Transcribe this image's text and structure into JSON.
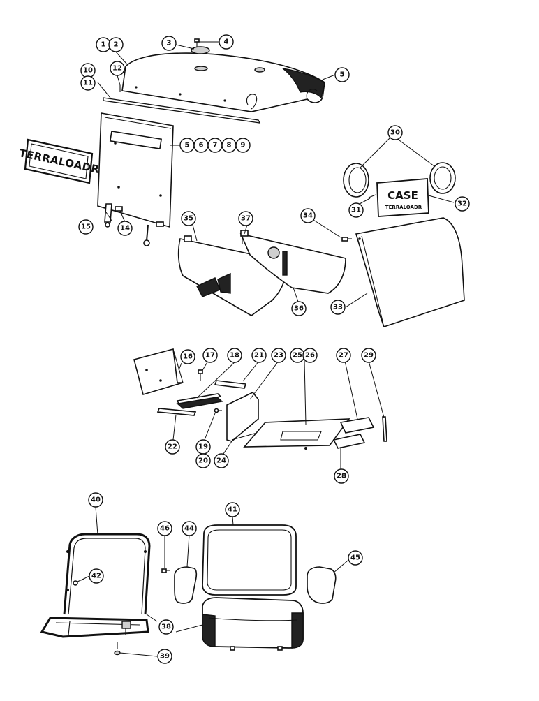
{
  "diagram": {
    "emblems": {
      "hood_nameplate": "TERRALOADR",
      "plate_brand": "CASE",
      "plate_model": "TERRALOADR"
    },
    "callouts": [
      "1",
      "2",
      "3",
      "4",
      "5",
      "5",
      "6",
      "7",
      "8",
      "9",
      "10",
      "11",
      "12",
      "14",
      "15",
      "16",
      "17",
      "18",
      "19",
      "20",
      "21",
      "22",
      "23",
      "24",
      "25",
      "26",
      "27",
      "28",
      "29",
      "30",
      "31",
      "32",
      "33",
      "34",
      "35",
      "36",
      "37",
      "38",
      "39",
      "40",
      "41",
      "42",
      "44",
      "45",
      "46"
    ]
  }
}
